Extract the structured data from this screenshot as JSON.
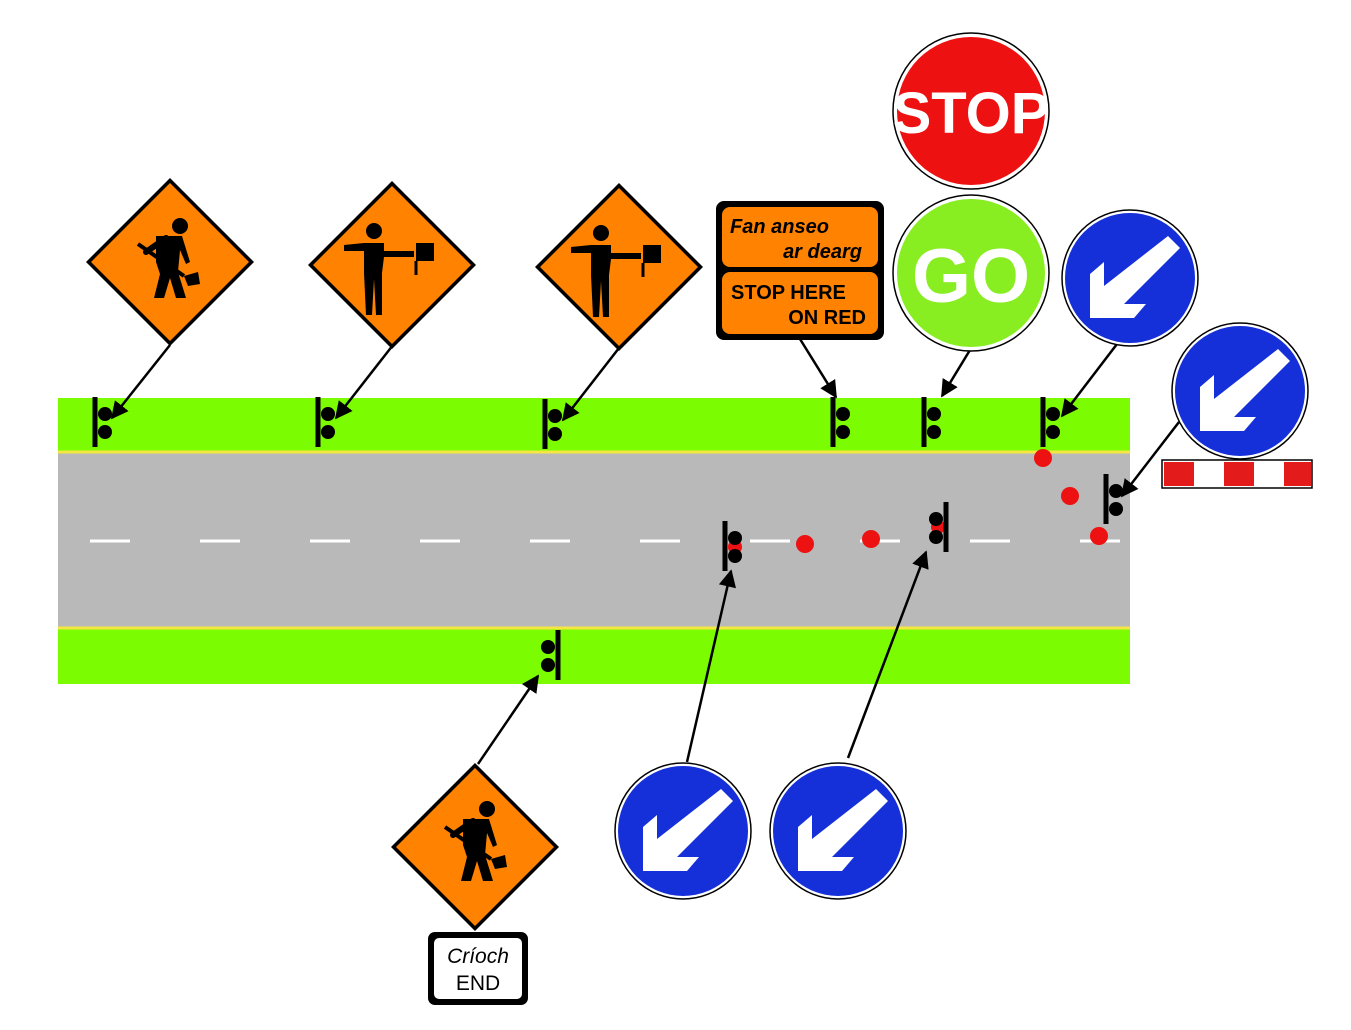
{
  "colors": {
    "verge": "#7cfc00",
    "road": "#b9b9b9",
    "edge_line": "#f5e642",
    "lane_marking": "#ffffff",
    "warning_orange": "#ff8200",
    "stop_red": "#ee1111",
    "go_green": "#88ee22",
    "keep_left_blue": "#1530d8",
    "cone": "#ee1111",
    "barrier_red": "#e31b1b",
    "black": "#000000",
    "white": "#ffffff"
  },
  "signs": {
    "stop": {
      "label": "STOP"
    },
    "go": {
      "label": "GO"
    },
    "stop_here_on_red": {
      "irish_line1": "Fan anseo",
      "irish_line2": "ar dearg",
      "english_line1": "STOP HERE",
      "english_line2": "ON RED"
    },
    "end_plate": {
      "irish": "Críoch",
      "english": "END"
    }
  },
  "icons": [
    "road-works-icon",
    "flagman-ahead-icon",
    "keep-left-arrow-icon",
    "sign-post-icon",
    "traffic-cone-icon",
    "barrier-icon"
  ]
}
